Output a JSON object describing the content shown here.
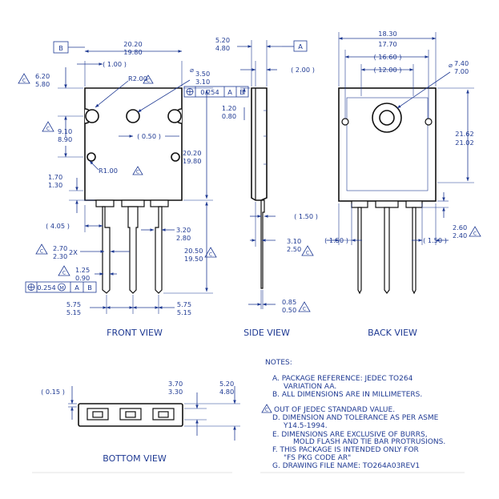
{
  "views": {
    "front": "FRONT VIEW",
    "side": "SIDE VIEW",
    "back": "BACK VIEW",
    "bottom": "BOTTOM VIEW"
  },
  "datums": {
    "a": "A",
    "b": "B",
    "c": "C",
    "m": "M"
  },
  "front": {
    "width_max": "20.20",
    "width_min": "19.80",
    "ref_1": "( 1.00 )",
    "radius_top": "R2.00",
    "hole_dia_max": "3.50",
    "hole_dia_min": "3.10",
    "tol_hole": "0.254",
    "tab_h_max": "6.20",
    "tab_h_min": "5.80",
    "hole_pos_max": "9.10",
    "hole_pos_min": "8.90",
    "ref_05": "( 0.50 )",
    "body_h_max": "20.20",
    "body_h_min": "19.80",
    "radius_low": "R1.00",
    "step_max": "1.70",
    "step_min": "1.30",
    "ref_405": "( 4.05 )",
    "lead_w_max": "3.20",
    "lead_w_min": "2.80",
    "two_x": "2X",
    "lead_w2_max": "2.70",
    "lead_w2_min": "2.30",
    "lead_len_max": "20.50",
    "lead_len_min": "19.50",
    "lead_t_max": "1.25",
    "lead_t_min": "0.90",
    "tol_lead": "0.254",
    "pitch_max": "5.75",
    "pitch_min": "5.15",
    "pitch2_max": "5.75",
    "pitch2_min": "5.15"
  },
  "side": {
    "thk_max": "5.20",
    "thk_min": "4.80",
    "ref_200": "( 2.00 )",
    "h_max": "1.20",
    "h_min": "0.80",
    "ref_150": "( 1.50 )",
    "off_max": "3.10",
    "off_min": "2.50",
    "lead_max": "0.85",
    "lead_min": "0.50"
  },
  "back": {
    "w_max": "18.30",
    "w_min": "17.70",
    "ref_1660": "( 16.60 )",
    "ref_1200": "( 12.00 )",
    "dia_max": "7.40",
    "dia_min": "7.00",
    "h_max": "21.62",
    "h_min": "21.02",
    "ref_150_left": "( 1.50 )",
    "ref_150_right": "( 1.50 )",
    "step_max": "2.60",
    "step_min": "2.40"
  },
  "bottom": {
    "ref_015": "( 0.15 )",
    "h_max": "3.70",
    "h_min": "3.30",
    "t_max": "5.20",
    "t_min": "4.80"
  },
  "notes": {
    "title": "NOTES:",
    "a1": "A. PACKAGE REFERENCE: JEDEC TO264",
    "a2": "VARIATION AA.",
    "b": "B. ALL DIMENSIONS ARE IN MILLIMETERS.",
    "c": "OUT OF JEDEC STANDARD VALUE.",
    "d1": "D. DIMENSION AND TOLERANCE AS PER ASME",
    "d2": "Y14.5-1994.",
    "e1": "E. DIMENSIONS ARE EXCLUSIVE OF BURRS,",
    "e2": "MOLD FLASH AND TIE BAR PROTRUSIONS.",
    "f1": "F. THIS PACKAGE IS INTENDED ONLY FOR",
    "f2": "\"FS PKG CODE AR\"",
    "g": "G. DRAWING FILE NAME: TO264A03REV1"
  }
}
